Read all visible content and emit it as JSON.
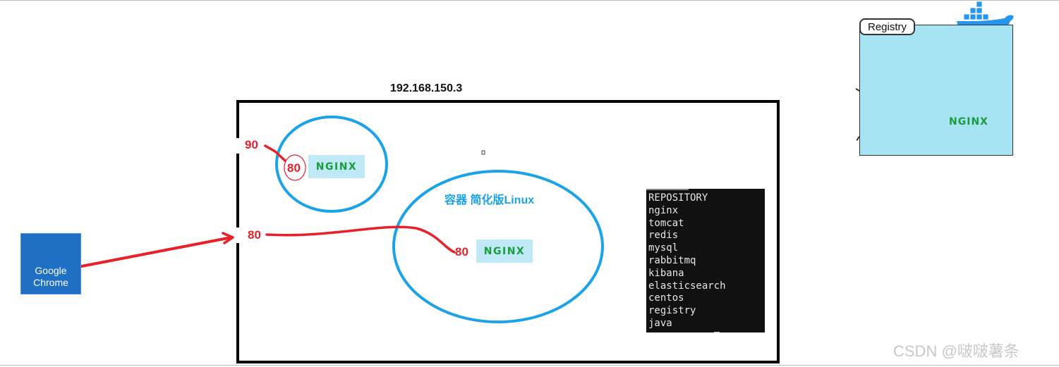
{
  "host": {
    "ip": "192.168.150.3"
  },
  "ports": {
    "host_upper": "90",
    "container_upper": "80",
    "host_lower": "80",
    "container_lower": "80"
  },
  "nginx_label": "NGINX",
  "container_label": "容器 简化版Linux",
  "terminal": {
    "lines": [
      "REPOSITORY",
      "nginx",
      "tomcat",
      "redis",
      "mysql",
      "rabbitmq",
      "kibana",
      "elasticsearch",
      "centos",
      "registry",
      "java"
    ]
  },
  "chrome": {
    "line1": "Google",
    "line2": "Chrome"
  },
  "registry": {
    "tab": "Registry",
    "nginx_label": "NGINX"
  },
  "watermark": "CSDN @啵啵薯条",
  "colors": {
    "port_red": "#e8202a",
    "circle_blue": "#1aa3e8",
    "nginx_green": "#1a9b3c",
    "nginx_bg": "#bfe9f6",
    "registry_bg": "#a6e3f3"
  }
}
